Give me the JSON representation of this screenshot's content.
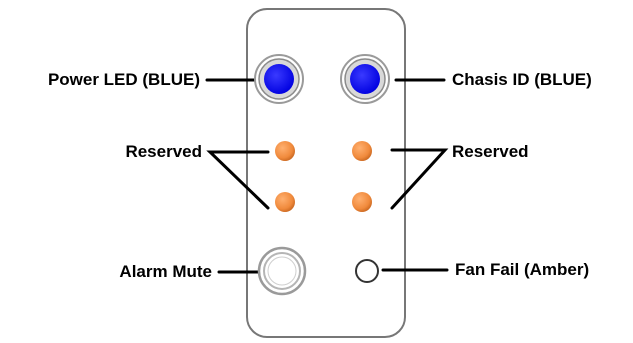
{
  "colors": {
    "panel_border": "#777777",
    "blue_led": "#1010ff",
    "orange_led": "#f08a3c",
    "bezel": "#9a9a9a",
    "leader_line": "#000000"
  },
  "labels": {
    "power_led": "Power LED (BLUE)",
    "chassis_id": "Chasis ID (BLUE)",
    "reserved_left": "Reserved",
    "reserved_right": "Reserved",
    "alarm_mute": "Alarm Mute",
    "fan_fail": "Fan Fail (Amber)"
  },
  "icons": {
    "power_led": "blue-led-icon",
    "chassis_id": "blue-led-icon",
    "reserved": "orange-led-icon",
    "alarm_mute": "push-button-icon",
    "fan_fail": "amber-led-unlit-icon"
  }
}
